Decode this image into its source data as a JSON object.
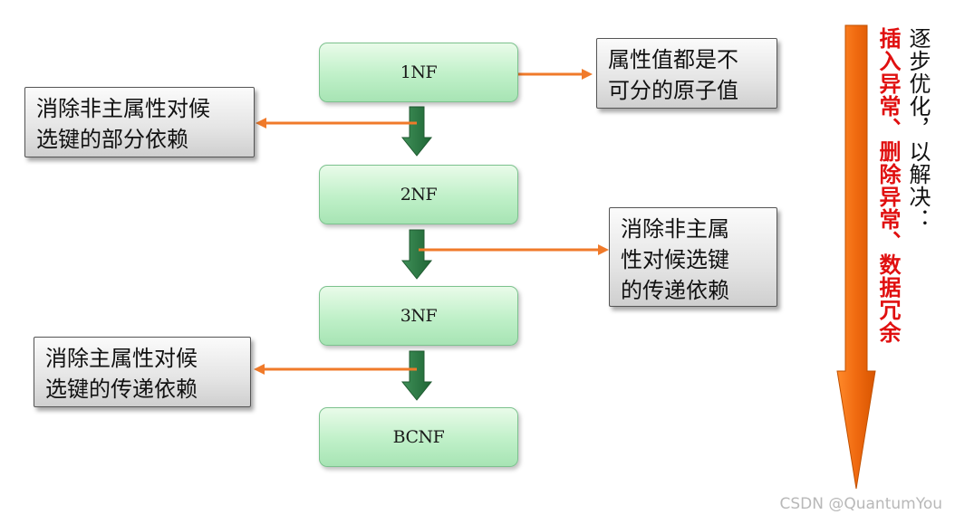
{
  "normal_forms": {
    "nf1": "1NF",
    "nf2": "2NF",
    "nf3": "3NF",
    "bcnf": "BCNF"
  },
  "notes": {
    "nf1_def": [
      "属性值都是不",
      "可分的原子值"
    ],
    "to_2nf": [
      "消除非主属性对候",
      "选键的部分依赖"
    ],
    "to_3nf": [
      "消除非主属",
      "性对候选键",
      "的传递依赖"
    ],
    "to_bcnf": [
      "消除主属性对候",
      "选键的传递依赖"
    ]
  },
  "side": {
    "black_text": "逐步优化，以解决：",
    "red_text": "插入异常、删除异常、数据冗余"
  },
  "watermark": "CSDN @QuantumYou",
  "colors": {
    "orange_arrow": "#f07a2a",
    "green_arrow": "#2e7d46",
    "red_text": "#e01010"
  }
}
